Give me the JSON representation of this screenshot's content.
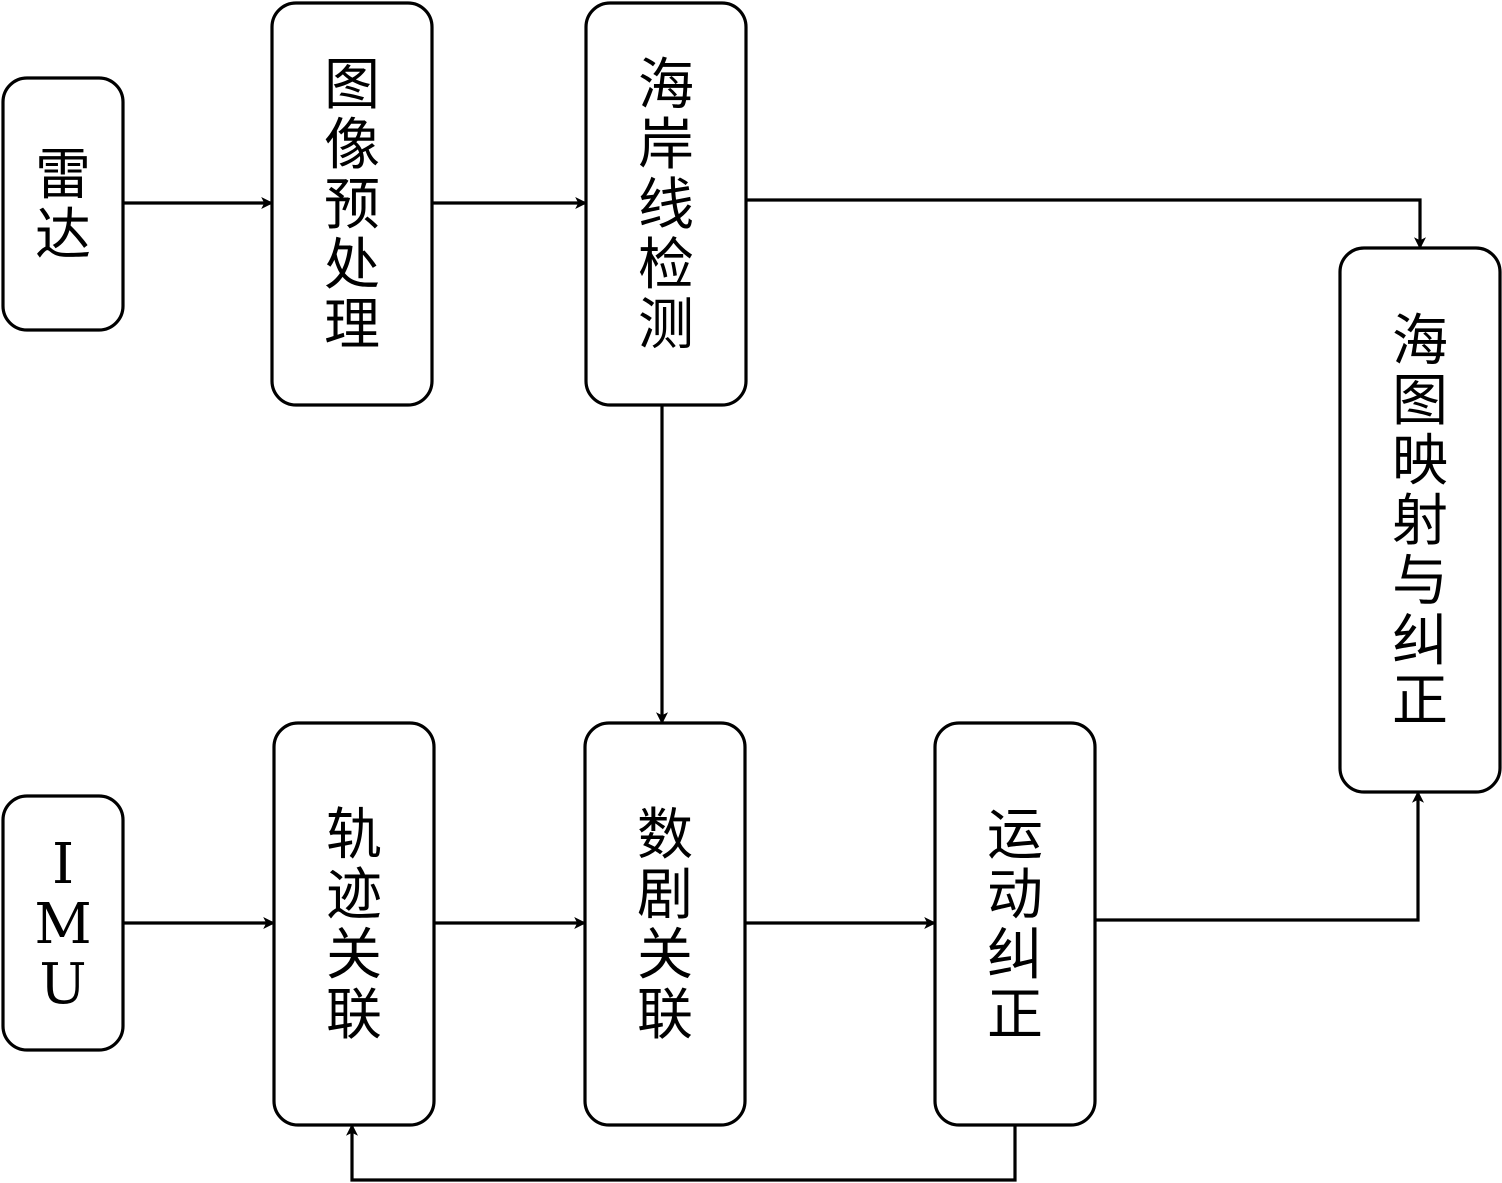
{
  "nodes": {
    "radar": {
      "text": "雷达"
    },
    "preprocess": {
      "text": "图像预处理"
    },
    "coastline": {
      "text": "海岸线检测"
    },
    "chart_mapping": {
      "text": "海图映射与纠正"
    },
    "imu": {
      "text": "IMU"
    },
    "track_assoc": {
      "text": "轨迹关联"
    },
    "data_assoc": {
      "text": "数剧关联"
    },
    "motion_correct": {
      "text": "运动纠正"
    }
  },
  "edges": [
    {
      "from": "radar",
      "to": "preprocess"
    },
    {
      "from": "preprocess",
      "to": "coastline"
    },
    {
      "from": "coastline",
      "to": "chart_mapping"
    },
    {
      "from": "coastline",
      "to": "data_assoc"
    },
    {
      "from": "imu",
      "to": "track_assoc"
    },
    {
      "from": "track_assoc",
      "to": "data_assoc"
    },
    {
      "from": "data_assoc",
      "to": "motion_correct"
    },
    {
      "from": "motion_correct",
      "to": "chart_mapping"
    },
    {
      "from": "motion_correct",
      "to": "track_assoc"
    }
  ]
}
